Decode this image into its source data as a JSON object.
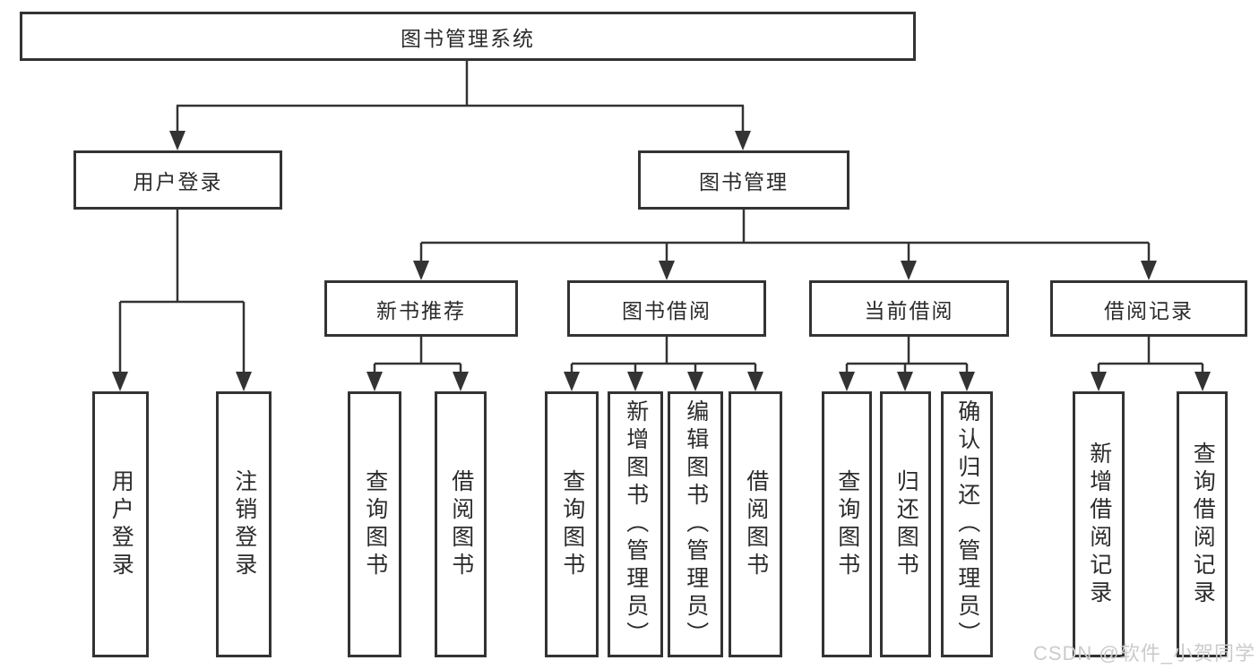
{
  "diagram": {
    "title": "图书管理系统",
    "type": "hierarchy"
  },
  "tree": {
    "root": {
      "label": "图书管理系统"
    },
    "branches": [
      {
        "label": "用户登录",
        "children": [
          {
            "label": "用户登录"
          },
          {
            "label": "注销登录"
          }
        ]
      },
      {
        "label": "图书管理",
        "children": [
          {
            "label": "新书推荐",
            "children": [
              {
                "label": "查询图书"
              },
              {
                "label": "借阅图书"
              }
            ]
          },
          {
            "label": "图书借阅",
            "children": [
              {
                "label": "查询图书"
              },
              {
                "label": "新增图书（管理员）"
              },
              {
                "label": "编辑图书（管理员）"
              },
              {
                "label": "借阅图书"
              }
            ]
          },
          {
            "label": "当前借阅",
            "children": [
              {
                "label": "查询图书"
              },
              {
                "label": "归还图书"
              },
              {
                "label": "确认归还（管理员）"
              }
            ]
          },
          {
            "label": "借阅记录",
            "children": [
              {
                "label": "新增借阅记录"
              },
              {
                "label": "查询借阅记录"
              }
            ]
          }
        ]
      }
    ]
  },
  "watermark": {
    "text": "CSDN @软件_小贺同学"
  },
  "colors": {
    "line": "#333333",
    "border": "#333333",
    "text": "#2b2b2b",
    "watermark": "#cbcbcb",
    "background": "#ffffff"
  }
}
